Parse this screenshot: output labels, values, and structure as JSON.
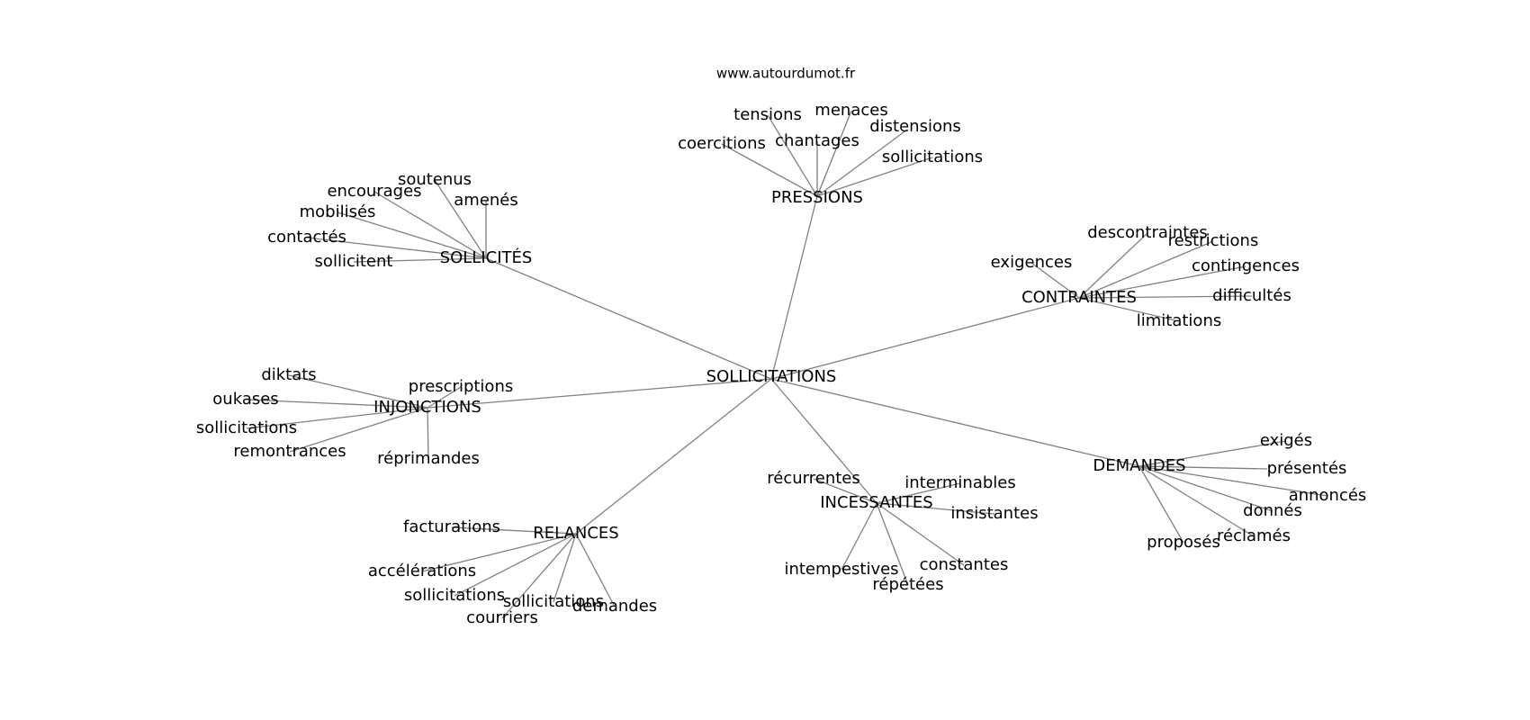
{
  "site_label": "www.autourdumot.fr",
  "center": "SOLLICITATIONS",
  "clusters": [
    {
      "label": "PRESSIONS",
      "words": [
        "tensions",
        "menaces",
        "distensions",
        "chantages",
        "coercitions",
        "sollicitations"
      ]
    },
    {
      "label": "SOLLICITÉS",
      "words": [
        "soutenus",
        "encourages",
        "amenés",
        "mobilisés",
        "contactés",
        "sollicitent"
      ]
    },
    {
      "label": "CONTRAINTES",
      "words": [
        "descontraintes",
        "restrictions",
        "exigences",
        "contingences",
        "difficultés",
        "limitations"
      ]
    },
    {
      "label": "INJONCTIONS",
      "words": [
        "diktats",
        "prescriptions",
        "oukases",
        "sollicitations",
        "remontrances",
        "réprimandes"
      ]
    },
    {
      "label": "DEMANDES",
      "words": [
        "exigés",
        "présentés",
        "annoncés",
        "donnés",
        "réclamés",
        "proposés"
      ]
    },
    {
      "label": "INCESSANTES",
      "words": [
        "récurrentes",
        "interminables",
        "insistantes",
        "constantes",
        "intempestives",
        "répétées"
      ]
    },
    {
      "label": "RELANCES",
      "words": [
        "facturations",
        "accélérations",
        "sollicitations",
        "courriers",
        "sollicitations",
        "demandes"
      ]
    }
  ]
}
